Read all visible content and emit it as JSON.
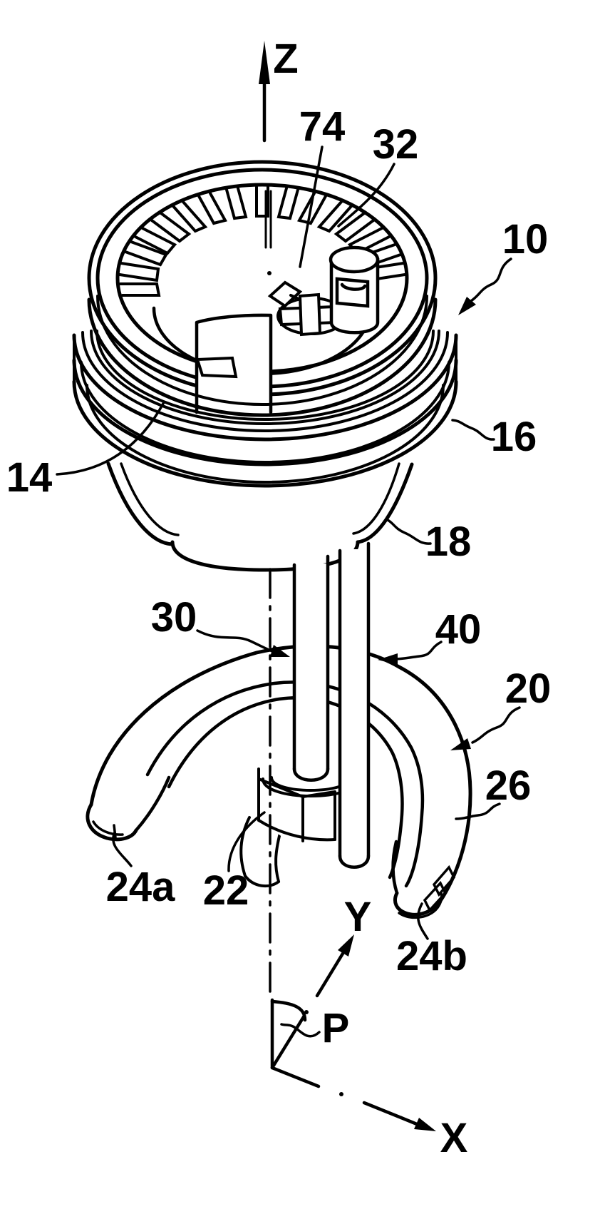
{
  "figure": {
    "description": "Patent-style isometric line drawing of a cylindrical pump insert assembly with splined cup, flange rings, support tube and rod, and C-shaped base bracket",
    "background_color": "#ffffff",
    "line_color": "#000000",
    "axes": {
      "z": "Z",
      "y": "Y",
      "x": "X",
      "origin": "P"
    },
    "labels": {
      "n10": "10",
      "n14": "14",
      "n16": "16",
      "n18": "18",
      "n20": "20",
      "n22": "22",
      "n24a": "24a",
      "n24b": "24b",
      "n26": "26",
      "n30": "30",
      "n32": "32",
      "n40": "40",
      "n74": "74"
    }
  }
}
